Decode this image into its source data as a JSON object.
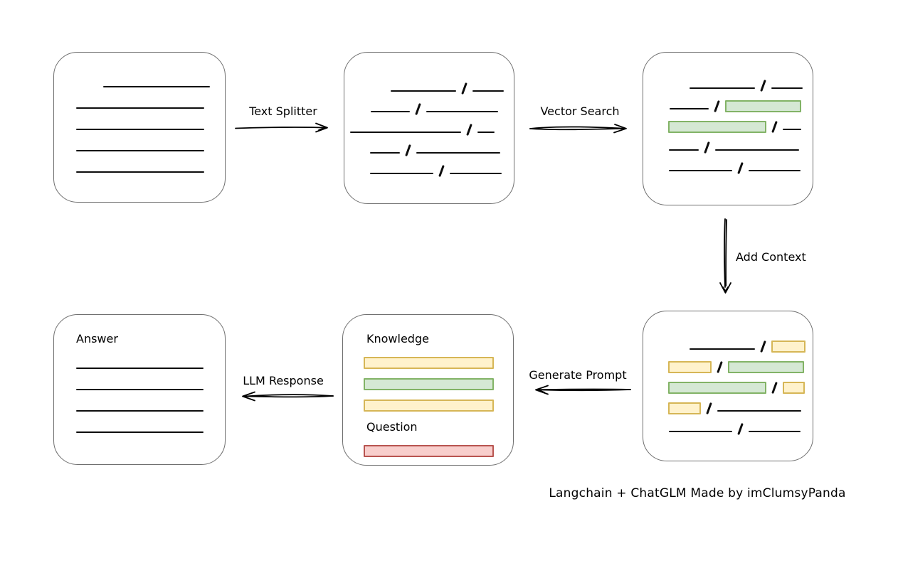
{
  "caption": "Langchain + ChatGLM Made by imClumsyPanda",
  "colors": {
    "box_border": "#6f6f6f",
    "line": "#0d0d0d",
    "green_fill": "#d5e8d4",
    "green_border": "#82b366",
    "yellow_fill": "#fff2cc",
    "yellow_border": "#d6b656",
    "red_fill": "#f8cecc",
    "red_border": "#b85450"
  },
  "arrows": {
    "text_splitter": {
      "label": "Text Splitter"
    },
    "vector_search": {
      "label": "Vector Search"
    },
    "add_context": {
      "label": "Add Context"
    },
    "generate_prompt": {
      "label": "Generate Prompt"
    },
    "llm_response": {
      "label": "LLM Response"
    }
  },
  "boxes": {
    "source_document": {
      "rows": [
        [
          {
            "t": "sp",
            "w": 30
          },
          {
            "t": "line",
            "w": 150
          }
        ],
        [
          {
            "t": "line",
            "w": 180
          }
        ],
        [
          {
            "t": "line",
            "w": 180
          }
        ],
        [
          {
            "t": "line",
            "w": 180
          }
        ],
        [
          {
            "t": "line",
            "w": 180
          }
        ]
      ]
    },
    "split_text": {
      "rows": [
        [
          {
            "t": "sp",
            "w": 49
          },
          {
            "t": "line",
            "w": 92
          },
          {
            "t": "slash"
          },
          {
            "t": "line",
            "w": 44
          }
        ],
        [
          {
            "t": "sp",
            "w": 21
          },
          {
            "t": "line",
            "w": 55
          },
          {
            "t": "slash"
          },
          {
            "t": "line",
            "w": 101
          }
        ],
        [
          {
            "t": "line",
            "w": 156
          },
          {
            "t": "slash"
          },
          {
            "t": "line",
            "w": 24
          }
        ],
        [
          {
            "t": "sp",
            "w": 20
          },
          {
            "t": "line",
            "w": 42
          },
          {
            "t": "slash"
          },
          {
            "t": "line",
            "w": 118
          }
        ],
        [
          {
            "t": "sp",
            "w": 20
          },
          {
            "t": "line",
            "w": 89
          },
          {
            "t": "slash"
          },
          {
            "t": "line",
            "w": 73
          }
        ]
      ]
    },
    "vector_matches": {
      "rows": [
        [
          {
            "t": "sp",
            "w": 49
          },
          {
            "t": "line",
            "w": 92
          },
          {
            "t": "slash"
          },
          {
            "t": "line",
            "w": 44
          }
        ],
        [
          {
            "t": "sp",
            "w": 21
          },
          {
            "t": "line",
            "w": 55
          },
          {
            "t": "slash"
          },
          {
            "t": "green",
            "w": 107
          }
        ],
        [
          {
            "t": "sp",
            "w": 19
          },
          {
            "t": "green",
            "w": 138
          },
          {
            "t": "slash"
          },
          {
            "t": "line",
            "w": 26
          }
        ],
        [
          {
            "t": "sp",
            "w": 20
          },
          {
            "t": "line",
            "w": 42
          },
          {
            "t": "slash"
          },
          {
            "t": "line",
            "w": 118
          }
        ],
        [
          {
            "t": "sp",
            "w": 20
          },
          {
            "t": "line",
            "w": 89
          },
          {
            "t": "slash"
          },
          {
            "t": "line",
            "w": 73
          }
        ]
      ]
    },
    "context_chunks": {
      "rows": [
        [
          {
            "t": "sp",
            "w": 49
          },
          {
            "t": "line",
            "w": 92
          },
          {
            "t": "slash"
          },
          {
            "t": "yellow",
            "w": 48
          }
        ],
        [
          {
            "t": "sp",
            "w": 19
          },
          {
            "t": "yellow",
            "w": 61
          },
          {
            "t": "slash"
          },
          {
            "t": "green",
            "w": 107
          }
        ],
        [
          {
            "t": "sp",
            "w": 19
          },
          {
            "t": "green",
            "w": 138
          },
          {
            "t": "slash"
          },
          {
            "t": "yellow",
            "w": 31
          }
        ],
        [
          {
            "t": "sp",
            "w": 19
          },
          {
            "t": "yellow",
            "w": 46
          },
          {
            "t": "slash"
          },
          {
            "t": "line",
            "w": 118
          }
        ],
        [
          {
            "t": "sp",
            "w": 20
          },
          {
            "t": "line",
            "w": 89
          },
          {
            "t": "slash"
          },
          {
            "t": "line",
            "w": 73
          }
        ]
      ]
    },
    "prompt": {
      "knowledge_label": "Knowledge",
      "question_label": "Question",
      "knowledge_rows": [
        [
          {
            "t": "yellow",
            "w": 183
          }
        ],
        [
          {
            "t": "green",
            "w": 183
          }
        ],
        [
          {
            "t": "yellow",
            "w": 183
          }
        ]
      ],
      "question_rows": [
        [
          {
            "t": "red",
            "w": 183
          }
        ]
      ]
    },
    "answer": {
      "label": "Answer",
      "rows": [
        [
          {
            "t": "line",
            "w": 179
          }
        ],
        [
          {
            "t": "line",
            "w": 179
          }
        ],
        [
          {
            "t": "line",
            "w": 179
          }
        ],
        [
          {
            "t": "line",
            "w": 179
          }
        ]
      ]
    }
  }
}
